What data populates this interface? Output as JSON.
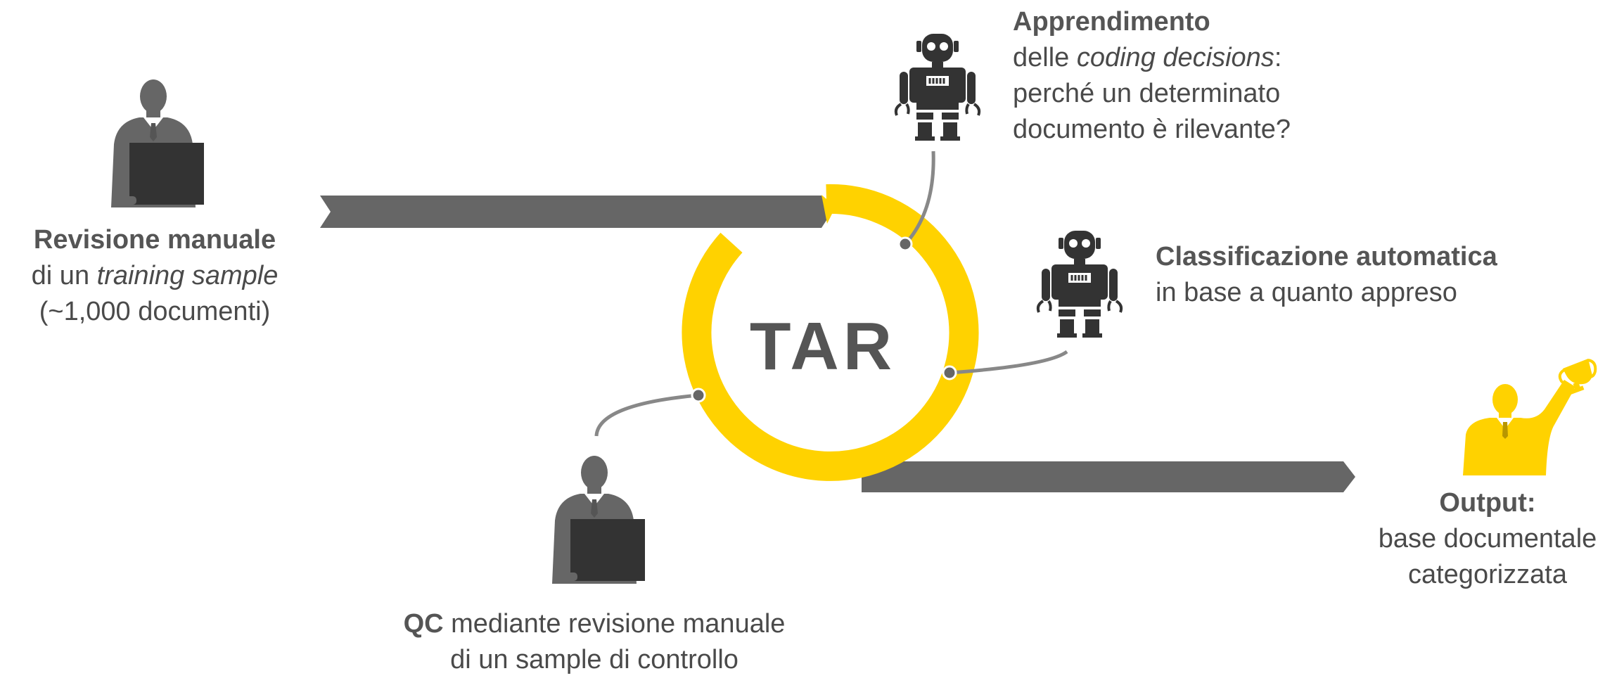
{
  "colors": {
    "accent": "#ffd200",
    "dark": "#333333",
    "grey": "#666666",
    "text": "#4a4a4a"
  },
  "center_label": "TAR",
  "manual_review": {
    "title": "Revisione manuale",
    "line2_prefix": "di un ",
    "line2_italic": "training sample",
    "line3": "(~1,000 documenti)"
  },
  "learning": {
    "title": "Apprendimento",
    "line2_prefix": "delle ",
    "line2_italic": "coding decisions",
    "line2_suffix": ":",
    "line3": "perché un determinato",
    "line4": "documento è rilevante?"
  },
  "classification": {
    "title": "Classificazione automatica",
    "line2": "in base a quanto appreso"
  },
  "output": {
    "title": "Output:",
    "line2": "base documentale",
    "line3": "categorizzata"
  },
  "qc": {
    "title": "QC",
    "line1_rest": " mediante revisione manuale",
    "line2": "di un sample di controllo"
  },
  "icons": [
    "person-at-laptop-icon",
    "robot-icon",
    "robot-icon",
    "winner-trophy-icon",
    "person-at-laptop-icon"
  ]
}
